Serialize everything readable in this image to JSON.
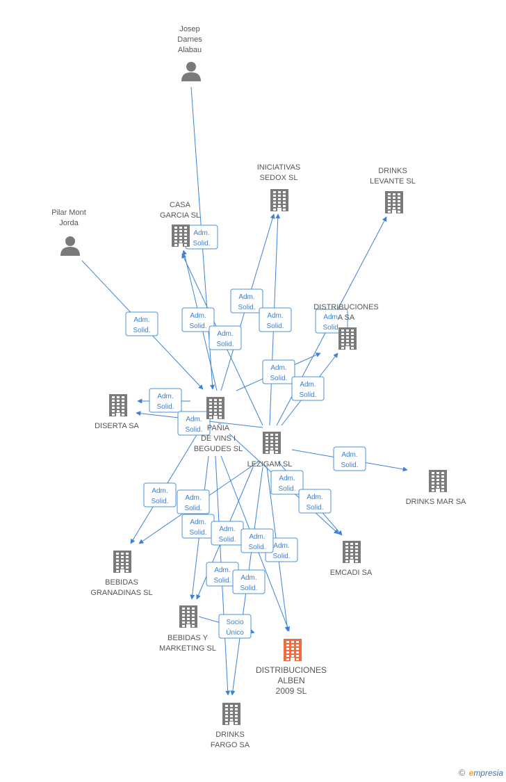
{
  "colors": {
    "edge": "#3b82d6",
    "company": "#7a7a7a",
    "person": "#7a7a7a",
    "focus": "#f26a3d"
  },
  "nodes": [
    {
      "id": "josep",
      "type": "person",
      "lines": [
        "Josep",
        "Darnes",
        "Alabau"
      ]
    },
    {
      "id": "pilar",
      "type": "person",
      "lines": [
        "Pilar Mont",
        "Jorda"
      ]
    },
    {
      "id": "iniciativas",
      "type": "company",
      "lines": [
        "INICIATIVAS",
        "SEDOX SL"
      ]
    },
    {
      "id": "drinks_levante",
      "type": "company",
      "lines": [
        "DRINKS",
        "LEVANTE SL"
      ]
    },
    {
      "id": "casa_garcia",
      "type": "company",
      "lines": [
        "CASA",
        "GARCIA SL"
      ]
    },
    {
      "id": "distrib_sa",
      "type": "company",
      "lines": [
        "DISTRIBUCIONES",
        "A SA"
      ]
    },
    {
      "id": "diserta",
      "type": "company",
      "lines": [
        "DISERTA SA"
      ]
    },
    {
      "id": "compania",
      "type": "company",
      "lines": [
        "PAÑIA",
        "DE VINS I",
        "BEGUDES SL"
      ]
    },
    {
      "id": "lezigam",
      "type": "company",
      "lines": [
        "LEZIGAM SL"
      ]
    },
    {
      "id": "drinks_mar",
      "type": "company",
      "lines": [
        "DRINKS MAR SA"
      ]
    },
    {
      "id": "bebidas_gran",
      "type": "company",
      "lines": [
        "BEBIDAS",
        "GRANADINAS SL"
      ]
    },
    {
      "id": "emcadi",
      "type": "company",
      "lines": [
        "EMCADI SA"
      ]
    },
    {
      "id": "bebidas_mkt",
      "type": "company",
      "lines": [
        "BEBIDAS Y",
        "MARKETING  SL"
      ]
    },
    {
      "id": "alben",
      "type": "focus",
      "lines": [
        "DISTRIBUCIONES",
        "ALBEN",
        "2009  SL"
      ]
    },
    {
      "id": "drinks_fargo",
      "type": "company",
      "lines": [
        "DRINKS",
        "FARGO SA"
      ]
    }
  ],
  "edges": [
    {
      "from": "josep",
      "to": "compania",
      "label": [
        "Adm.",
        "Solid."
      ]
    },
    {
      "from": "pilar",
      "to": "compania",
      "label": [
        "Adm.",
        "Solid."
      ]
    },
    {
      "from": "compania",
      "to": "casa_garcia",
      "label": [
        "Adm.",
        "Solid."
      ]
    },
    {
      "from": "lezigam",
      "to": "casa_garcia",
      "label": [
        "Adm.",
        "Solid."
      ]
    },
    {
      "from": "compania",
      "to": "iniciativas",
      "label": [
        "Adm.",
        "Solid."
      ]
    },
    {
      "from": "lezigam",
      "to": "iniciativas",
      "label": [
        "Adm.",
        "Solid."
      ]
    },
    {
      "from": "lezigam",
      "to": "drinks_levante",
      "label": [
        "Adm.",
        "Solid."
      ]
    },
    {
      "from": "compania",
      "to": "distrib_sa",
      "label": [
        "Adm.",
        "Solid."
      ]
    },
    {
      "from": "lezigam",
      "to": "distrib_sa",
      "label": [
        "Adm.",
        "Solid."
      ]
    },
    {
      "from": "compania",
      "to": "diserta",
      "label": [
        "Adm.",
        "Solid."
      ]
    },
    {
      "from": "lezigam",
      "to": "diserta",
      "label": [
        "Adm.",
        "Solid."
      ]
    },
    {
      "from": "lezigam",
      "to": "drinks_mar",
      "label": [
        "Adm.",
        "Solid."
      ]
    },
    {
      "from": "compania",
      "to": "bebidas_gran",
      "label": [
        "Adm.",
        "Solid."
      ]
    },
    {
      "from": "lezigam",
      "to": "bebidas_gran",
      "label": [
        "Adm.",
        "Solid."
      ]
    },
    {
      "from": "lezigam",
      "to": "emcadi",
      "label": [
        "Adm.",
        "Solid."
      ]
    },
    {
      "from": "compania",
      "to": "emcadi",
      "label": [
        "Adm.",
        "Solid."
      ]
    },
    {
      "from": "compania",
      "to": "bebidas_mkt",
      "label": [
        "Adm.",
        "Solid."
      ]
    },
    {
      "from": "lezigam",
      "to": "bebidas_mkt",
      "label": [
        "Adm.",
        "Solid."
      ]
    },
    {
      "from": "compania",
      "to": "alben",
      "label": [
        "Adm.",
        "Solid."
      ]
    },
    {
      "from": "lezigam",
      "to": "alben",
      "label": [
        "Adm.",
        "Solid."
      ]
    },
    {
      "from": "compania",
      "to": "drinks_fargo",
      "label": [
        "Adm.",
        "Solid."
      ]
    },
    {
      "from": "lezigam",
      "to": "drinks_fargo",
      "label": [
        "Adm.",
        "Solid."
      ]
    },
    {
      "from": "bebidas_mkt",
      "to": "alben",
      "label": [
        "Socio",
        "Único"
      ]
    }
  ],
  "footer": {
    "copyright": "©",
    "brand_initial": "e",
    "brand_rest": "mpresia"
  }
}
